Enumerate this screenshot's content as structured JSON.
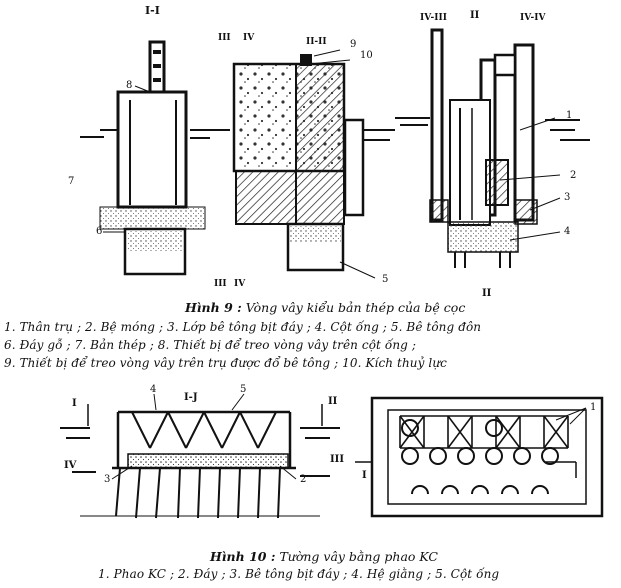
{
  "figure9": {
    "sections": {
      "s1": "I-I",
      "s2": "II-II",
      "s3": "IV-III",
      "s4": "II",
      "s5": "IV-IV",
      "cut3": "III",
      "cut4": "IV",
      "bcut3": "III",
      "bcut4": "IV",
      "bII": "II"
    },
    "callouts": [
      "1",
      "2",
      "3",
      "4",
      "5",
      "6",
      "7",
      "8",
      "9",
      "10"
    ],
    "caption_label": "Hình 9 :",
    "caption_text": "Vòng vây kiểu bản thép của bệ cọc",
    "legend": [
      "1. Thân trụ ;     2. Bệ móng ;     3. Lớp bê tông bịt đáy ;   4. Cột ống ;   5. Bê tông đôn",
      "6. Đáy gỗ  ;       7. Bản thép ;       8. Thiết bị để treo vòng vây trên cột ống ;",
      "9. Thiết bị để treo vòng vây trên trụ được đổ bê tông ; 10. Kích thuỷ lực"
    ]
  },
  "figure10": {
    "sections": {
      "I": "I",
      "II": "II",
      "IJ": "I-J",
      "IV": "IV",
      "III": "III",
      "rI": "I"
    },
    "callouts": [
      "1",
      "2",
      "3",
      "4",
      "5"
    ],
    "caption_label": "Hình 10 :",
    "caption_text": "Tường vây bằng phao KC",
    "legend": "1. Phao KC ;  2. Đáy ;  3. Bê tông bịt đáy ;    4. Hệ giằng ;    5. Cột ống"
  }
}
